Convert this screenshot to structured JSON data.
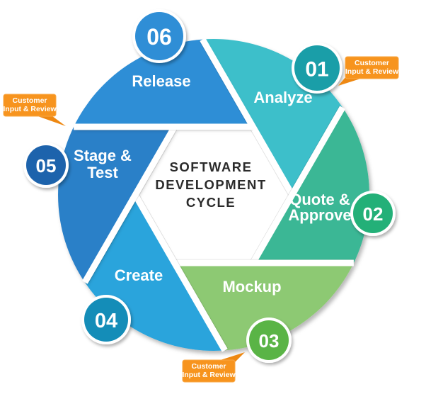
{
  "diagram_title": {
    "lines": [
      "SOFTWARE",
      "DEVELOPMENT",
      "CYCLE"
    ]
  },
  "segments": [
    {
      "number": "01",
      "label": "Analyze",
      "label_lines": [
        "Analyze"
      ],
      "blade_color": "#3dbfca",
      "badge_color": "#1a9ea8"
    },
    {
      "number": "02",
      "label": "Quote & Approve",
      "label_lines": [
        "Quote &",
        "Approve"
      ],
      "blade_color": "#3bb795",
      "badge_color": "#23b078"
    },
    {
      "number": "03",
      "label": "Mockup",
      "label_lines": [
        "Mockup"
      ],
      "blade_color": "#8dc973",
      "badge_color": "#5ab446"
    },
    {
      "number": "04",
      "label": "Create",
      "label_lines": [
        "Create"
      ],
      "blade_color": "#2aa4dc",
      "badge_color": "#148db8"
    },
    {
      "number": "05",
      "label": "Stage & Test",
      "label_lines": [
        "Stage &",
        "Test"
      ],
      "blade_color": "#2c80c8",
      "badge_color": "#1d63ac"
    },
    {
      "number": "06",
      "label": "Release",
      "label_lines": [
        "Release"
      ],
      "blade_color": "#2f8ed6",
      "badge_color": "#2f8ed6"
    }
  ],
  "callouts": [
    {
      "id": "callout-01-analyze",
      "for_step": "01",
      "lines": [
        "Customer",
        "Input & Review"
      ]
    },
    {
      "id": "callout-05-stage-test",
      "for_step": "05",
      "lines": [
        "Customer",
        "Input & Review"
      ]
    },
    {
      "id": "callout-03-mockup",
      "for_step": "03",
      "lines": [
        "Customer",
        "Input & Review"
      ]
    }
  ],
  "colors": {
    "background": "#ffffff",
    "title_text": "#2b2b2b",
    "label_text": "#ffffff",
    "number_text": "#ffffff",
    "callout_bg": "#f7941e",
    "callout_tail": "#ee8812",
    "callout_text": "#ffffff",
    "ring": "#ffffff"
  }
}
